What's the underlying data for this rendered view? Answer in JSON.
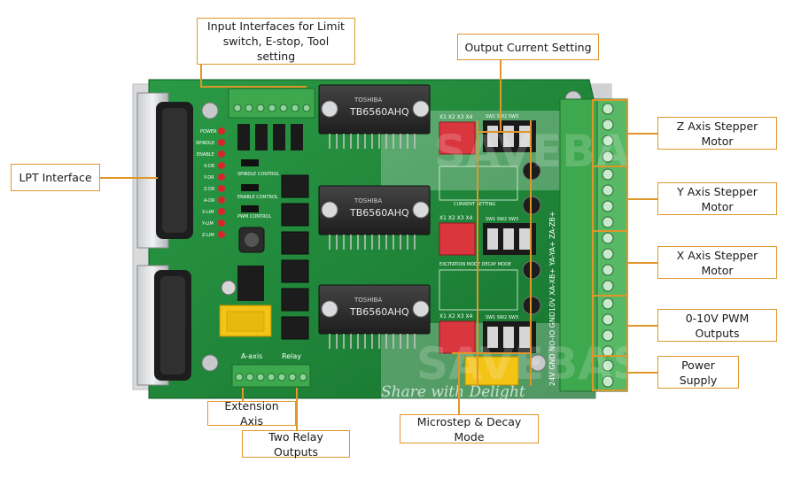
{
  "callouts": {
    "input_interfaces": "Input Interfaces for Limit\nswitch, E-stop, Tool setting",
    "output_current": "Output Current Setting",
    "lpt_interface": "LPT Interface",
    "z_axis": "Z Axis Stepper Motor",
    "y_axis": "Y Axis Stepper Motor",
    "x_axis": "X Axis Stepper Motor",
    "pwm_outputs": "0-10V PWM Outputs",
    "power_supply": "Power Supply",
    "extension_axis": "Extension Axis",
    "relay_outputs": "Two Relay Outputs",
    "microstep": "Microstep & Decay Mode"
  },
  "board_text": {
    "chip_brand": "TOSHIBA",
    "chip_model": "TB6560AHQ",
    "dip_labels": "X1 X2 X3 X4",
    "sw_labels": "SW1 SW2 SW3",
    "current_setting": "CURRENT SETTING",
    "excitation_mode": "EXCITATION MODE  DECAY MODE",
    "a_axis": "A-axis",
    "relay": "Relay",
    "led_labels": [
      "POWER",
      "SPINDLE",
      "ENABLE",
      "X-DR",
      "Y-DR",
      "Z-DR",
      "A-DR",
      "X-LIM",
      "Y-LIM",
      "Z-LIM"
    ],
    "spindle_control": "SPINDLE CONTROL",
    "enable_control": "ENABLE CONTROL",
    "pwm_control": "PWM CONTROL",
    "terminal_labels": "24V GND NO-IO GND10V  XA-XB+ YA-YA+ ZA-ZB+",
    "watermark_brand": "SAVEBASE",
    "watermark_slogan": "Share with Delight"
  },
  "colors": {
    "pcb": "#1f8a3a",
    "terminal": "#3ea84e",
    "chip": "#2e2e2e",
    "dip": "#d9363e",
    "accent": "#e0962a"
  }
}
